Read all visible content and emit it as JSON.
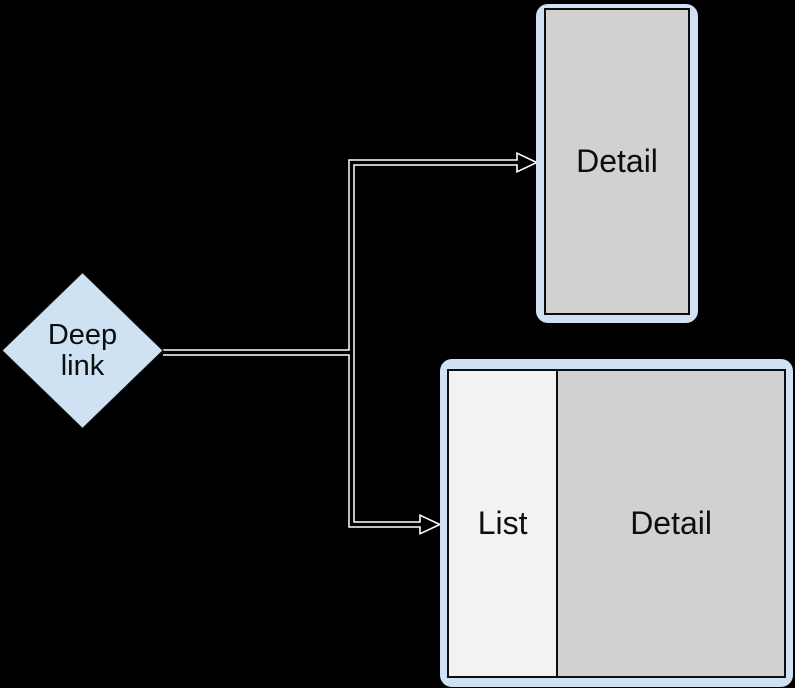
{
  "colors": {
    "background": "#000000",
    "node_blue": "#cfe2f3",
    "screen_gray": "#d1d1d1",
    "list_gray": "#f2f2f2",
    "line_white": "#ffffff",
    "ink": "#0d0d0d"
  },
  "nodes": {
    "deep_link": {
      "label": "Deep link",
      "lines": [
        "Deep",
        "link"
      ],
      "shape": "diamond"
    },
    "phone": {
      "label": "Detail"
    },
    "tablet": {
      "list_label": "List",
      "detail_label": "Detail"
    }
  },
  "connectors": [
    {
      "from": "deep_link",
      "to": "phone_detail",
      "style": "elbow-open-arrow"
    },
    {
      "from": "deep_link",
      "to": "tablet_list_detail",
      "style": "elbow-open-arrow"
    }
  ]
}
